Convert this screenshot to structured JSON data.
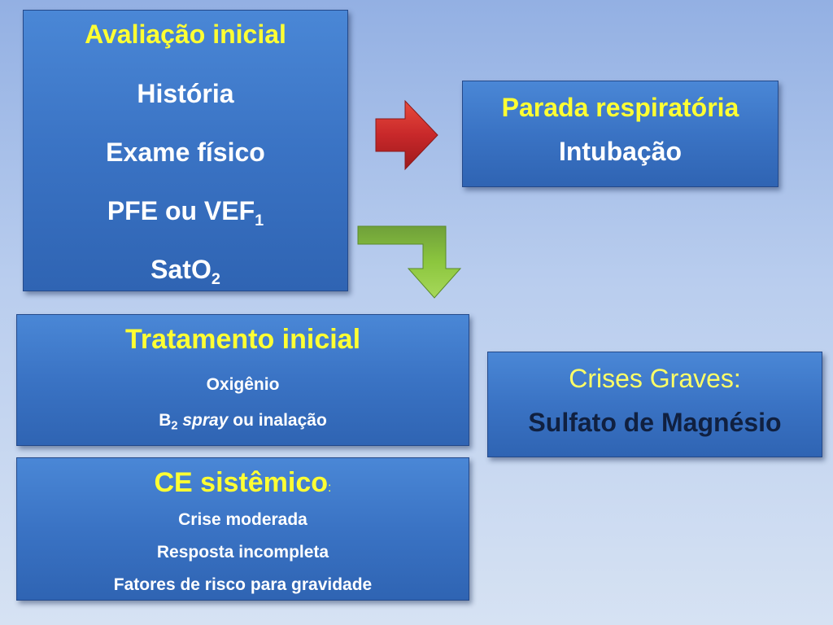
{
  "assessment": {
    "title": "Avaliação inicial",
    "history": "História",
    "physical_exam": "Exame físico",
    "pfe_prefix": "PFE ou VEF",
    "pfe_sub": "1",
    "sat_prefix": "SatO",
    "sat_sub": "2"
  },
  "arrest": {
    "title": "Parada respiratória",
    "action": "Intubação"
  },
  "treatment": {
    "title": "Tratamento inicial",
    "oxygen": "Oxigênio",
    "b2_prefix": "B",
    "b2_sub": "2",
    "spray": "spray",
    "b2_suffix": " ou inalação"
  },
  "severe": {
    "title": "Crises Graves:",
    "drug": "Sulfato de Magnésio"
  },
  "steroid": {
    "title": "CE sistêmico",
    "colon": ":",
    "items": [
      "Crise moderada",
      "Resposta incompleta",
      "Fatores de risco para gravidade"
    ]
  },
  "colors": {
    "box_blue": "#3a73c4",
    "heading_yellow": "#ffff33",
    "arrow_red": "#c8282a",
    "arrow_green": "#8cc63e"
  }
}
